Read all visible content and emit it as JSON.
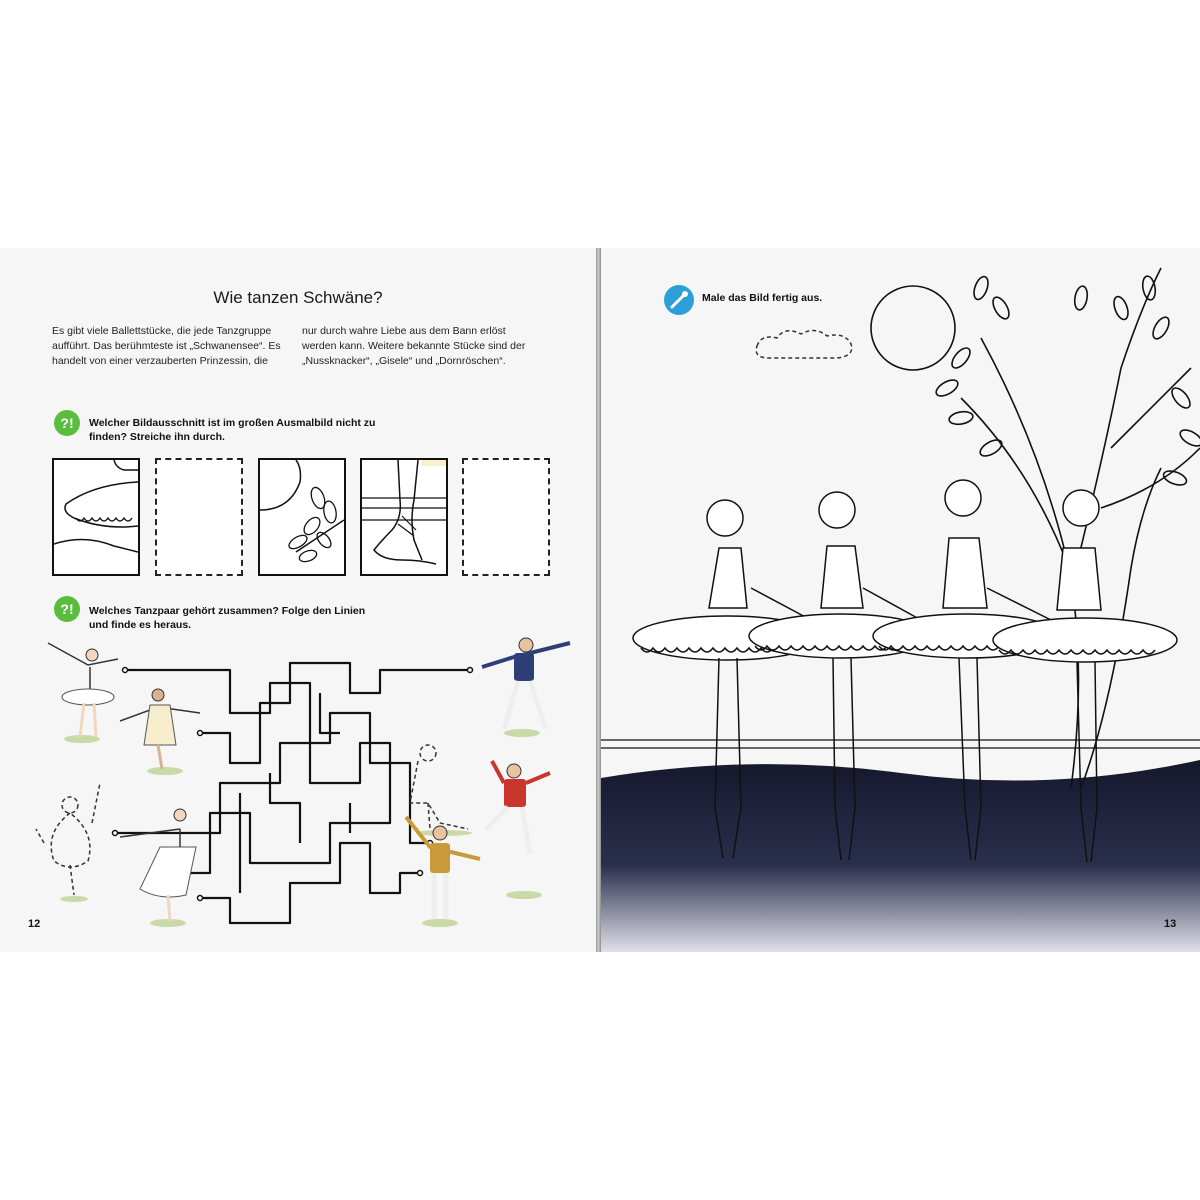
{
  "left_page": {
    "title": "Wie tanzen Schwäne?",
    "intro_col1": "Es gibt viele Ballettstücke, die jede Tanzgruppe aufführt. Das berühmteste ist „Schwanensee“. Es handelt von einer verzauberten Prinzessin, die",
    "intro_col2": "nur durch wahre Liebe aus dem Bann erlöst werden kann. Weitere bekannte Stücke sind der „Nussknacker“, „Gisele“ und „Dornröschen“.",
    "question1": "Welcher Bildausschnitt ist im großen Ausmalbild nicht zu finden? Streiche ihn durch.",
    "question2": "Welches Tanzpaar gehört zusammen? Folge den Linien und finde es heraus.",
    "question_icon": "?!",
    "page_number": "12"
  },
  "right_page": {
    "instruction": "Male das Bild fertig aus.",
    "page_number": "13"
  },
  "colors": {
    "accent_green": "#5bbd3e",
    "accent_blue": "#2d9fd8",
    "water_dark": "#15182c"
  }
}
